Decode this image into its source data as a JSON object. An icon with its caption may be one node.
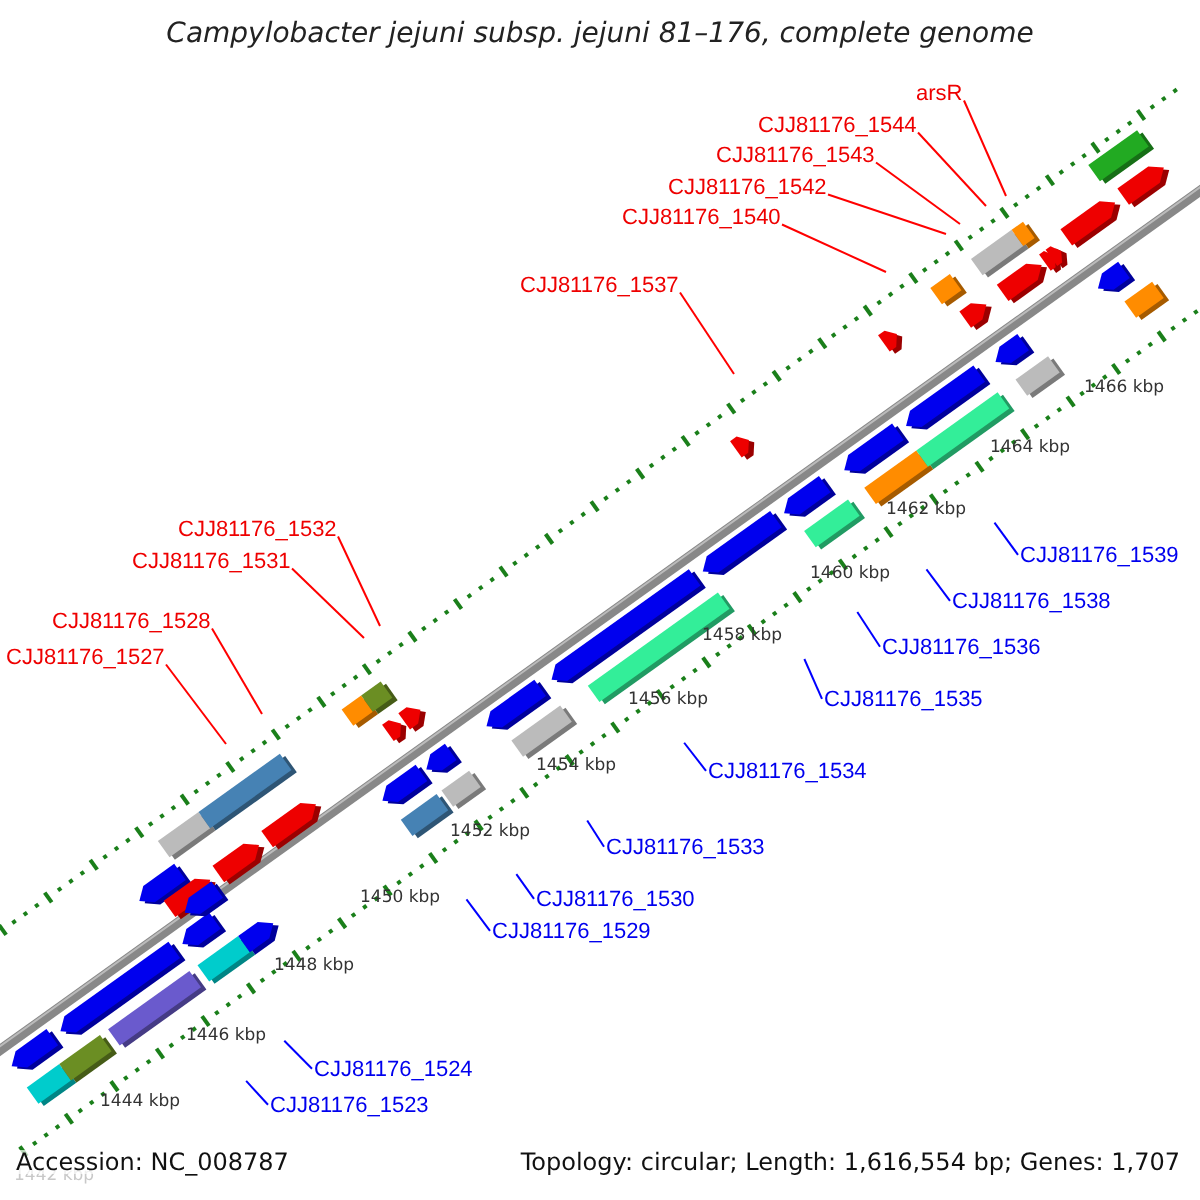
{
  "diagram": {
    "title": "Campylobacter jejuni subsp. jejuni 81–176, complete genome",
    "nodes": [
      {
        "text": [
          "arsR"
        ]
      },
      {
        "text": [
          "CJJ81176_1544"
        ]
      },
      {
        "text": [
          "CJJ81176_1543"
        ]
      },
      {
        "text": [
          "CJJ81176_1542"
        ]
      },
      {
        "text": [
          "CJJ81176_1540"
        ]
      },
      {
        "text": [
          "CJJ81176_1537"
        ]
      },
      {
        "text": [
          "CJJ81176_1532"
        ]
      },
      {
        "text": [
          "CJJ81176_1531"
        ]
      },
      {
        "text": [
          "CJJ81176_1539"
        ]
      },
      {
        "text": [
          "CJJ81176_1538"
        ]
      },
      {
        "text": [
          "CJJ81176_1528"
        ]
      },
      {
        "text": [
          "CJJ81176_1536"
        ]
      },
      {
        "text": [
          "CJJ81176_1527"
        ]
      },
      {
        "text": [
          "CJJ81176_1535"
        ]
      },
      {
        "text": [
          "CJJ81176_1534"
        ]
      },
      {
        "text": [
          "CJJ81176_1533"
        ]
      },
      {
        "text": [
          "CJJ81176_1530"
        ]
      },
      {
        "text": [
          "CJJ81176_1529"
        ]
      },
      {
        "text": [
          "CJJ81176_1524"
        ]
      },
      {
        "text": [
          "CJJ81176_1523"
        ]
      }
    ],
    "edges": [
      {
        "from": 0,
        "to": null,
        "arrow": "none",
        "color": "#ff0000"
      },
      {
        "from": 1,
        "to": null,
        "arrow": "none",
        "color": "#ff0000"
      },
      {
        "from": 2,
        "to": null,
        "arrow": "none",
        "color": "#ff0000"
      },
      {
        "from": 3,
        "to": null,
        "arrow": "none",
        "color": "#ff0000"
      },
      {
        "from": 4,
        "to": null,
        "arrow": "none",
        "color": "#ff0000"
      },
      {
        "from": 5,
        "to": null,
        "arrow": "none",
        "color": "#ff0000"
      },
      {
        "from": 6,
        "to": null,
        "arrow": "none",
        "color": "#ff0000"
      },
      {
        "from": 7,
        "to": null,
        "arrow": "none",
        "color": "#ff0000"
      },
      {
        "from": 8,
        "to": null,
        "arrow": "none",
        "color": "#0000ff"
      },
      {
        "from": 9,
        "to": null,
        "arrow": "none",
        "color": "#0000ff"
      },
      {
        "from": 10,
        "to": null,
        "arrow": "none",
        "color": "#ff0000"
      },
      {
        "from": 11,
        "to": null,
        "arrow": "none",
        "color": "#0000ff"
      },
      {
        "from": 12,
        "to": null,
        "arrow": "none",
        "color": "#ff0000"
      },
      {
        "from": 13,
        "to": null,
        "arrow": "none",
        "color": "#0000ff"
      },
      {
        "from": 14,
        "to": null,
        "arrow": "none",
        "color": "#0000ff"
      },
      {
        "from": 15,
        "to": null,
        "arrow": "none",
        "color": "#0000ff"
      },
      {
        "from": 16,
        "to": null,
        "arrow": "none",
        "color": "#0000ff"
      },
      {
        "from": 17,
        "to": null,
        "arrow": "none",
        "color": "#0000ff"
      },
      {
        "from": 18,
        "to": null,
        "arrow": "none",
        "color": "#0000ff"
      },
      {
        "from": 19,
        "to": null,
        "arrow": "none",
        "color": "#0000ff"
      }
    ],
    "labels": [
      "1466 kbp",
      "1464 kbp",
      "1462 kbp",
      "1460 kbp",
      "1458 kbp",
      "1456 kbp",
      "1454 kbp",
      "1452 kbp",
      "1450 kbp",
      "1448 kbp",
      "1446 kbp",
      "1444 kbp",
      "1442 kbp",
      "Accession: NC_008787",
      "Topology: circular; Length: 1,616,554 bp; Genes: 1,707"
    ]
  }
}
